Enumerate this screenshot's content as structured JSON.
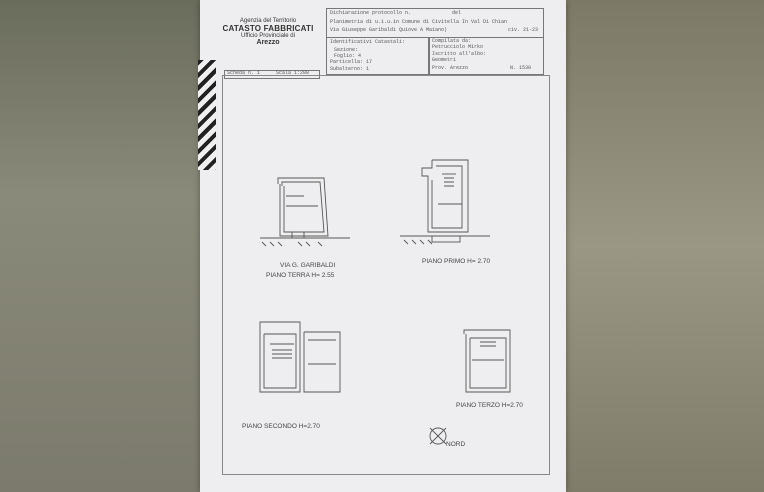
{
  "header_left": {
    "line1": "Agenzia del Territorio",
    "line2": "CATASTO FABBRICATI",
    "line3": "Ufficio Provinciale di",
    "line4": "Arezzo"
  },
  "header_right": {
    "dichiarazione": "Dichiarazione protocollo n.",
    "del": "del",
    "planimetria": "Planimetria di u.i.u.in Comune di Civitella In Val Di Chian",
    "via": "Via Giuseppe Garibaldi Quiove A Maiano)",
    "civ": "civ. 21-23",
    "identificativi_title": "Identificativi Catastali:",
    "sezione": "Sezione:",
    "foglio": "Foglio: 4",
    "particella": "Particella: 17",
    "subalterno": "Subalterno: 1",
    "compilata_da": "Compilata da:",
    "compilatore": "Petrucciolo Mirko",
    "iscritto": "Iscritto all'albo:",
    "albo": "Geometri",
    "prov": "Prov. Arezzo",
    "numero": "N. 1530"
  },
  "scheda": {
    "label": "Scheda n. 1",
    "scala": "Scala 1:200"
  },
  "captions": {
    "via": "VIA G. GARIBALDI",
    "piano_terra": "PIANO TERRA H= 2.55",
    "piano_primo": "PIANO PRIMO H= 2.70",
    "piano_secondo": "PIANO SECONDO H=2.70",
    "piano_terzo": "PIANO TERZO H=2.70",
    "nord": "NORD"
  }
}
